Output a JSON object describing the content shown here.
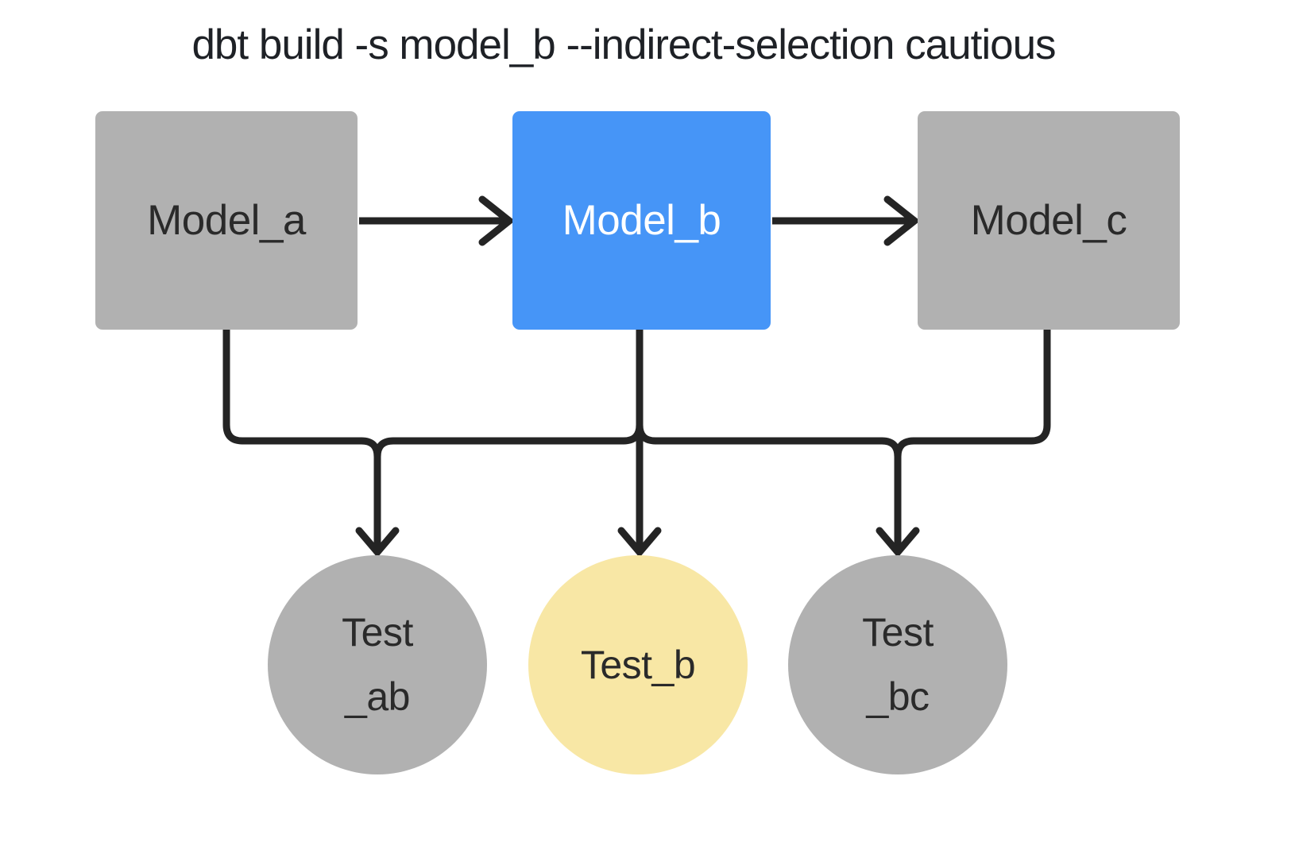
{
  "title": "dbt build -s model_b --indirect-selection cautious",
  "colors": {
    "background": "#FFFFFF",
    "node-selected": "#4695F7",
    "node-unselected": "#B1B1B1",
    "node-indirect": "#F8E7A5",
    "edge": "#242424",
    "title-text": "#1E2126",
    "node-text-dark": "#2A2A2A",
    "node-text-light": "#FFFFFF"
  },
  "diagram": {
    "models": [
      {
        "id": "model_a",
        "label": "Model_a",
        "state": "not-selected",
        "shape": "square",
        "color": "#B1B1B1"
      },
      {
        "id": "model_b",
        "label": "Model_b",
        "state": "selected",
        "shape": "square",
        "color": "#4695F7"
      },
      {
        "id": "model_c",
        "label": "Model_c",
        "state": "not-selected",
        "shape": "square",
        "color": "#B1B1B1"
      }
    ],
    "tests": [
      {
        "id": "test_ab",
        "lines": [
          "Test",
          "_ab"
        ],
        "state": "not-selected",
        "shape": "circle",
        "color": "#B1B1B1"
      },
      {
        "id": "test_b",
        "lines": [
          "Test_b"
        ],
        "state": "indirectly-selected",
        "shape": "circle",
        "color": "#F8E7A5"
      },
      {
        "id": "test_bc",
        "lines": [
          "Test",
          "_bc"
        ],
        "state": "not-selected",
        "shape": "circle",
        "color": "#B1B1B1"
      }
    ],
    "edges": [
      {
        "from": "Model_a",
        "to": "Model_b"
      },
      {
        "from": "Model_b",
        "to": "Model_c"
      },
      {
        "from": "Model_a",
        "to": "Test_ab"
      },
      {
        "from": "Model_b",
        "to": "Test_ab"
      },
      {
        "from": "Model_b",
        "to": "Test_b"
      },
      {
        "from": "Model_b",
        "to": "Test_bc"
      },
      {
        "from": "Model_c",
        "to": "Test_bc"
      }
    ]
  }
}
